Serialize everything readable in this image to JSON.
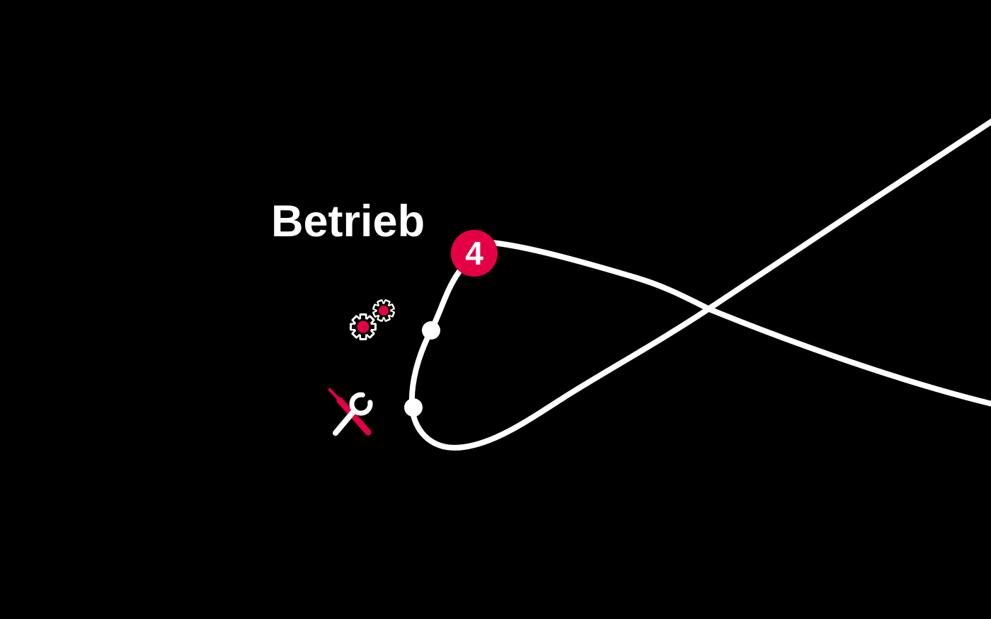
{
  "colors": {
    "background": "#000000",
    "line": "#FFFFFF",
    "accent": "#E40045"
  },
  "diagram": {
    "phase_label": "Betrieb",
    "phase_number": "4",
    "milestone_count": 2,
    "icons": [
      {
        "name": "gears-icon"
      },
      {
        "name": "wrench-screwdriver-icon"
      }
    ]
  }
}
